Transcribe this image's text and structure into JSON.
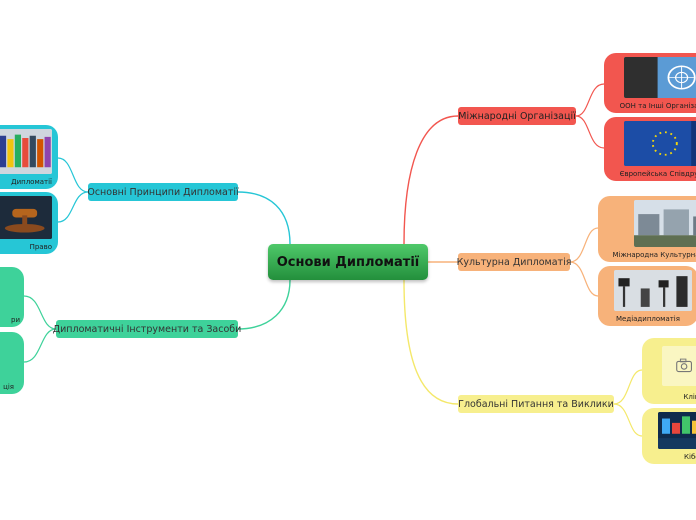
{
  "root": {
    "label": "Основи Дипломатії"
  },
  "topics": {
    "principles": "Основні Принципи Дипломатії",
    "tools": "Дипломатичні Інструменти та Засоби",
    "orgs": "Міжнародні Організації",
    "culture": "Культурна Дипломатія",
    "global": "Глобальні Питання та Виклики"
  },
  "cards": {
    "principles_1": "Дипломатії",
    "principles_2": "Право",
    "tools_1": "ри",
    "tools_2": "ція",
    "orgs_1": "ООН та Інші Організа",
    "orgs_2": "Європейська Співдру",
    "culture_1": "Міжнародна Культурна",
    "culture_2": "Медіадипломатія",
    "global_1": "Кліматична",
    "global_2": "Кібердип"
  },
  "colors": {
    "teal": "#26c6d6",
    "green": "#3ed29a",
    "red": "#f2564f",
    "orange": "#f7b27a",
    "yellow": "#f7ef8e",
    "root": "#2ea84a"
  }
}
